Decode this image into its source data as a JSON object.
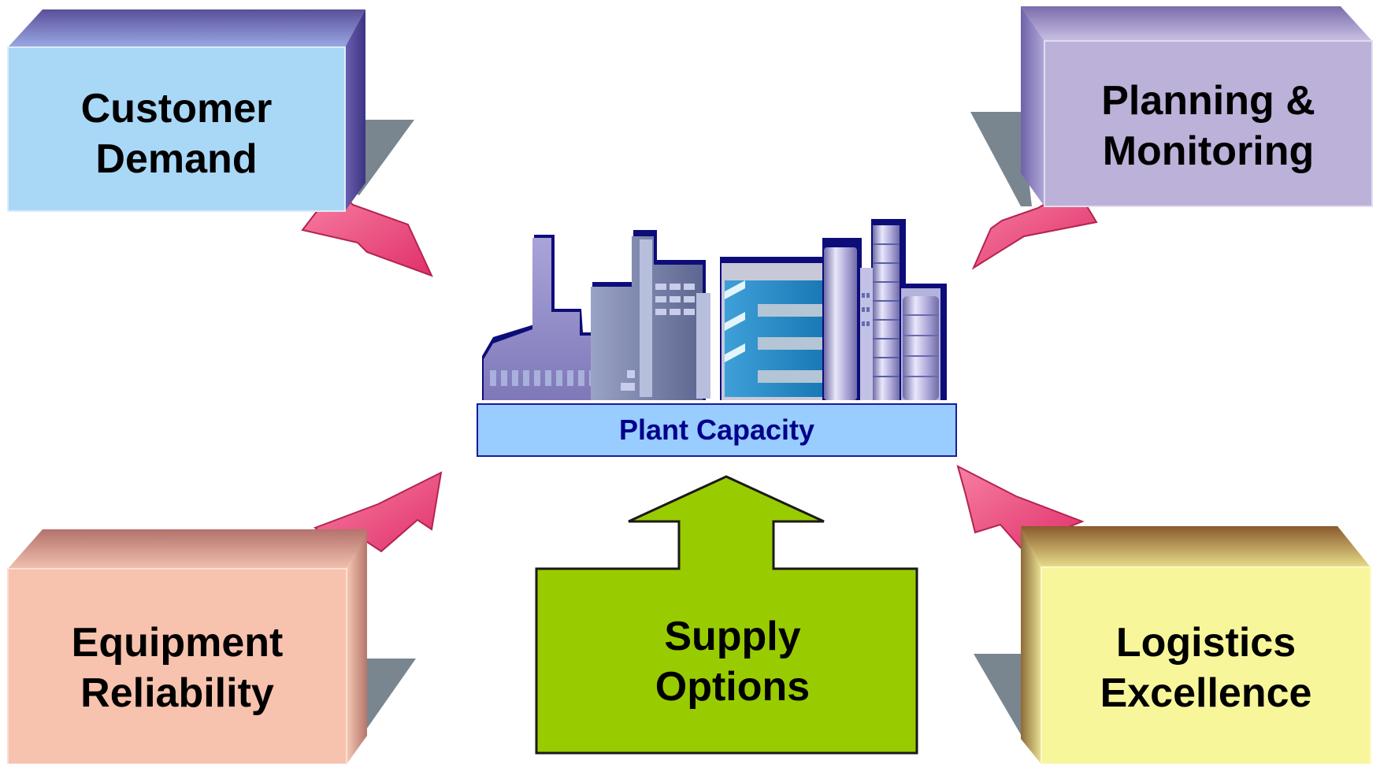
{
  "center": {
    "label": "Plant Capacity"
  },
  "boxes": {
    "customer_demand": {
      "line1": "Customer",
      "line2": "Demand"
    },
    "planning_monitoring": {
      "line1": "Planning &",
      "line2": "Monitoring"
    },
    "equipment_reliability": {
      "line1": "Equipment",
      "line2": "Reliability"
    },
    "supply_options": {
      "line1": "Supply",
      "line2": "Options"
    },
    "logistics_excellence": {
      "line1": "Logistics",
      "line2": "Excellence"
    }
  },
  "colors": {
    "customer_demand": "#a9d8f7",
    "planning_monitoring": "#bcb1d9",
    "equipment_reliability": "#f7c2ae",
    "supply_options": "#99cc00",
    "logistics_excellence": "#f8f69a",
    "arrow_pink": "#f0507d",
    "arrow_shadow": "#7a868f",
    "plant_bar": "#99ccff",
    "plant_text": "#00008b"
  }
}
